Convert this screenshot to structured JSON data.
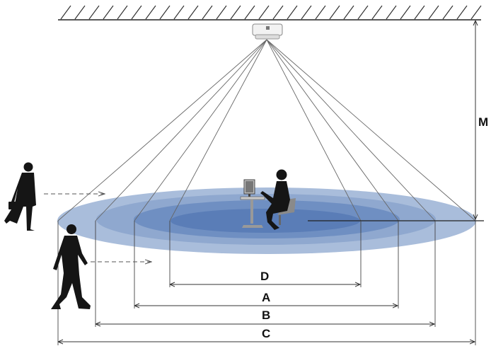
{
  "labels": {
    "height": "M",
    "zone_d": "D",
    "zone_a": "A",
    "zone_b": "B",
    "zone_c": "C"
  },
  "colors": {
    "zone_c": "#a9bddb",
    "zone_b": "#8fa8cf",
    "zone_a": "#6f8fc2",
    "zone_d": "#5a7db7",
    "line": "#555555",
    "figure": "#111111"
  },
  "icons": [
    "ceiling-sensor-icon",
    "walking-person-icon",
    "seated-person-at-desk-icon",
    "ceiling-hatch"
  ]
}
